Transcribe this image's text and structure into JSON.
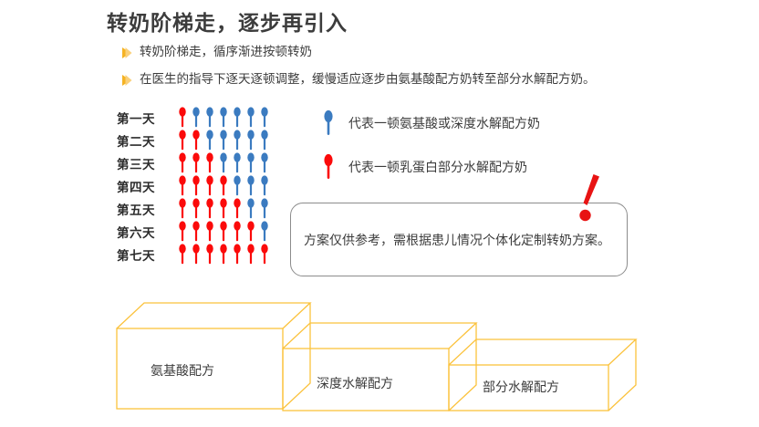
{
  "slide": {
    "title": "转奶阶梯走，逐步再引入",
    "background": "#ffffff"
  },
  "bullets": [
    {
      "marker": "arrow-bullet-icon",
      "text": "转奶阶梯走，循序渐进按顿转奶"
    },
    {
      "marker": "arrow-bullet-icon",
      "text": "在医生的指导下逐天逐顿调整，缓慢适应逐步由氨基酸配方奶转至部分水解配方奶。"
    }
  ],
  "colors": {
    "bullet_marker": "#F5B324",
    "spoon_red": "#FB0A0A",
    "spoon_blue": "#3B7BC0",
    "box_outline": "#FBC23C",
    "note_border": "#8C8C8C",
    "exclaim": "#E81313",
    "text": "#3C3C3C"
  },
  "schedule": {
    "days": [
      {
        "label": "第一天",
        "red": 1,
        "blue": 6
      },
      {
        "label": "第二天",
        "red": 2,
        "blue": 5
      },
      {
        "label": "第三天",
        "red": 3,
        "blue": 4
      },
      {
        "label": "第四天",
        "red": 4,
        "blue": 3
      },
      {
        "label": "第五天",
        "red": 5,
        "blue": 2
      },
      {
        "label": "第六天",
        "red": 6,
        "blue": 1
      },
      {
        "label": "第七天",
        "red": 7,
        "blue": 0
      }
    ],
    "meals_per_day": 7
  },
  "legend": [
    {
      "icon": "spoon-icon-blue",
      "color": "#3B7BC0",
      "text": "代表一顿氨基酸或深度水解配方奶"
    },
    {
      "icon": "spoon-icon-red",
      "color": "#FB0A0A",
      "text": "代表一顿乳蛋白部分水解配方奶"
    }
  ],
  "note": {
    "icon": "exclamation-mark-icon",
    "text": "方案仅供参考，需根据患儿情况个体化定制转奶方案。"
  },
  "stair_boxes": [
    {
      "label": "氨基酸配方",
      "step": 1
    },
    {
      "label": "深度水解配方",
      "step": 2
    },
    {
      "label": "部分水解配方",
      "step": 3
    }
  ]
}
